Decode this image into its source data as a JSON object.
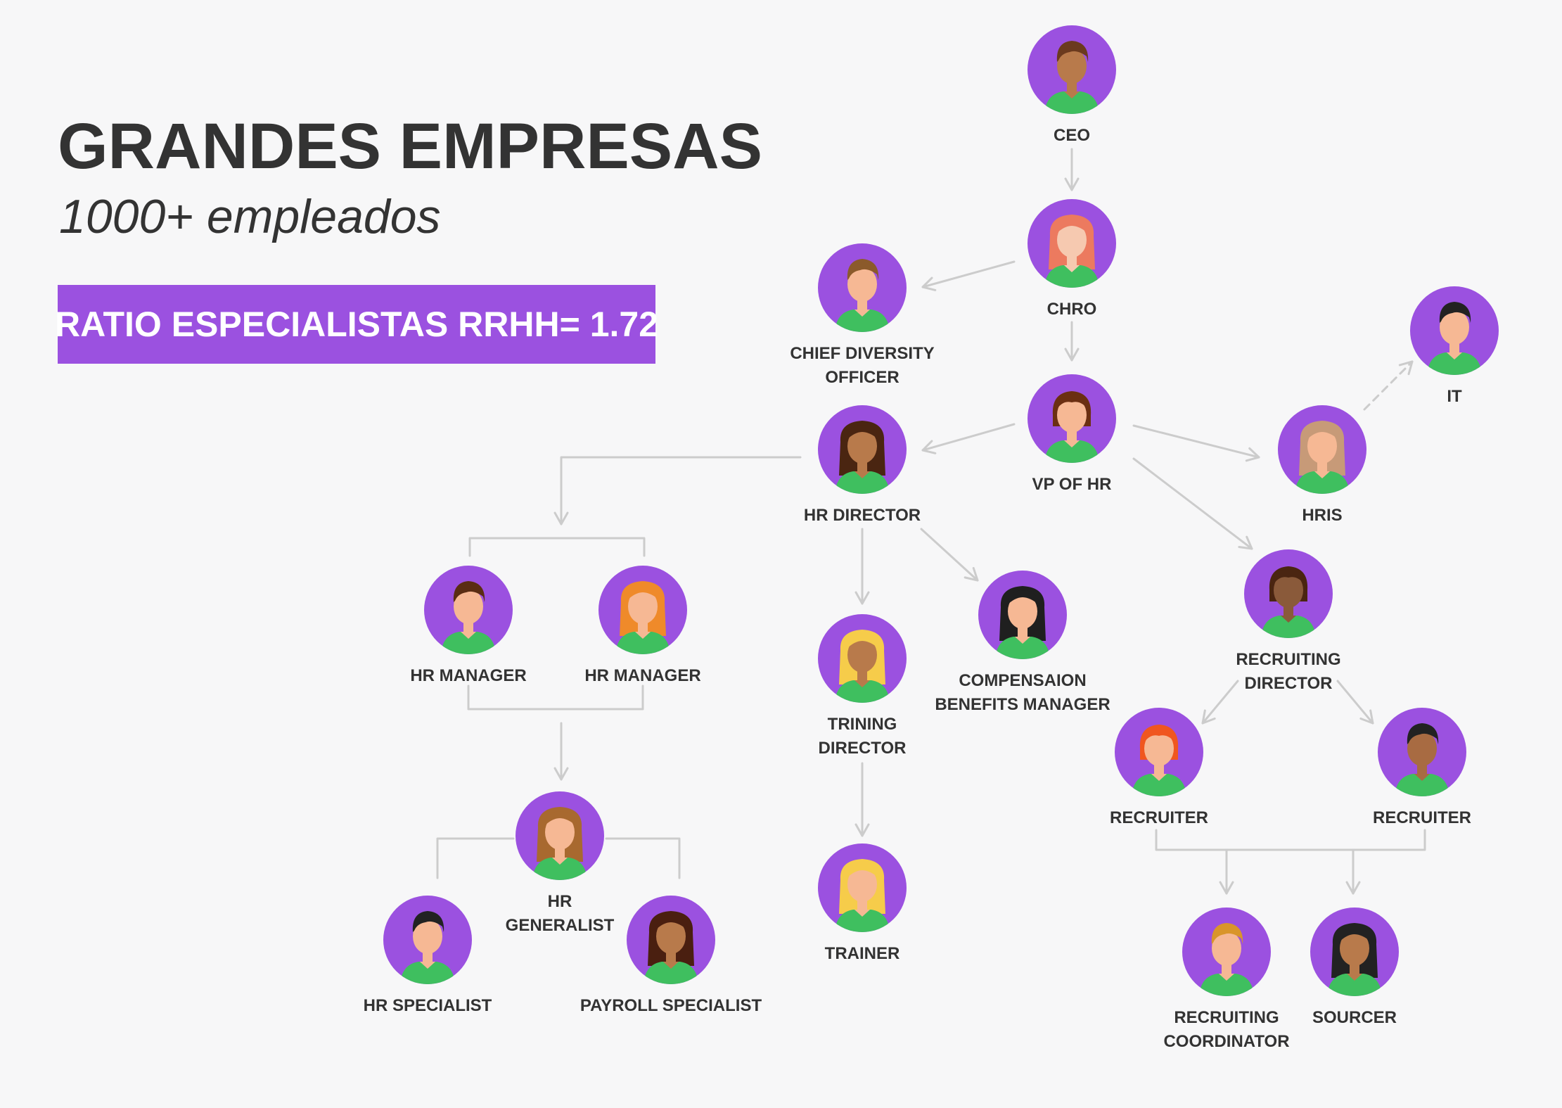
{
  "header": {
    "title": "GRANDES EMPRESAS",
    "subtitle": "1000+ empleados",
    "ratio_label": "RATIO ESPECIALISTAS RRHH= 1.72"
  },
  "colors": {
    "avatar_bg": "#9b51e0",
    "shirt": "#3fbf5f",
    "skin": "#f6b894",
    "connector": "#cccccc",
    "text": "#333333"
  },
  "nodes": {
    "ceo": {
      "label": "CEO",
      "icon": "person-avatar-icon"
    },
    "chro": {
      "label": "CHRO",
      "icon": "person-avatar-icon"
    },
    "chief_diversity_officer": {
      "label": "CHIEF DIVERSITY\nOFFICER",
      "icon": "person-avatar-icon"
    },
    "vp_of_hr": {
      "label": "VP OF HR",
      "icon": "person-avatar-icon"
    },
    "hris": {
      "label": "HRIS",
      "icon": "person-avatar-icon"
    },
    "it": {
      "label": "IT",
      "icon": "person-avatar-icon"
    },
    "hr_director": {
      "label": "HR DIRECTOR",
      "icon": "person-avatar-icon"
    },
    "hr_manager_1": {
      "label": "HR MANAGER",
      "icon": "person-avatar-icon"
    },
    "hr_manager_2": {
      "label": "HR MANAGER",
      "icon": "person-avatar-icon"
    },
    "hr_generalist": {
      "label": "HR\nGENERALIST",
      "icon": "person-avatar-icon"
    },
    "hr_specialist": {
      "label": "HR SPECIALIST",
      "icon": "person-avatar-icon"
    },
    "payroll_specialist": {
      "label": "PAYROLL SPECIALIST",
      "icon": "person-avatar-icon"
    },
    "training_director": {
      "label": "TRINING\nDIRECTOR",
      "icon": "person-avatar-icon"
    },
    "trainer": {
      "label": "TRAINER",
      "icon": "person-avatar-icon"
    },
    "compensation_manager": {
      "label": "COMPENSAION\nBENEFITS MANAGER",
      "icon": "person-avatar-icon"
    },
    "recruiting_director": {
      "label": "RECRUITING\nDIRECTOR",
      "icon": "person-avatar-icon"
    },
    "recruiter_1": {
      "label": "RECRUITER",
      "icon": "person-avatar-icon"
    },
    "recruiter_2": {
      "label": "RECRUITER",
      "icon": "person-avatar-icon"
    },
    "recruiting_coordinator": {
      "label": "RECRUITING\nCOORDINATOR",
      "icon": "person-avatar-icon"
    },
    "sourcer": {
      "label": "SOURCER",
      "icon": "person-avatar-icon"
    }
  }
}
